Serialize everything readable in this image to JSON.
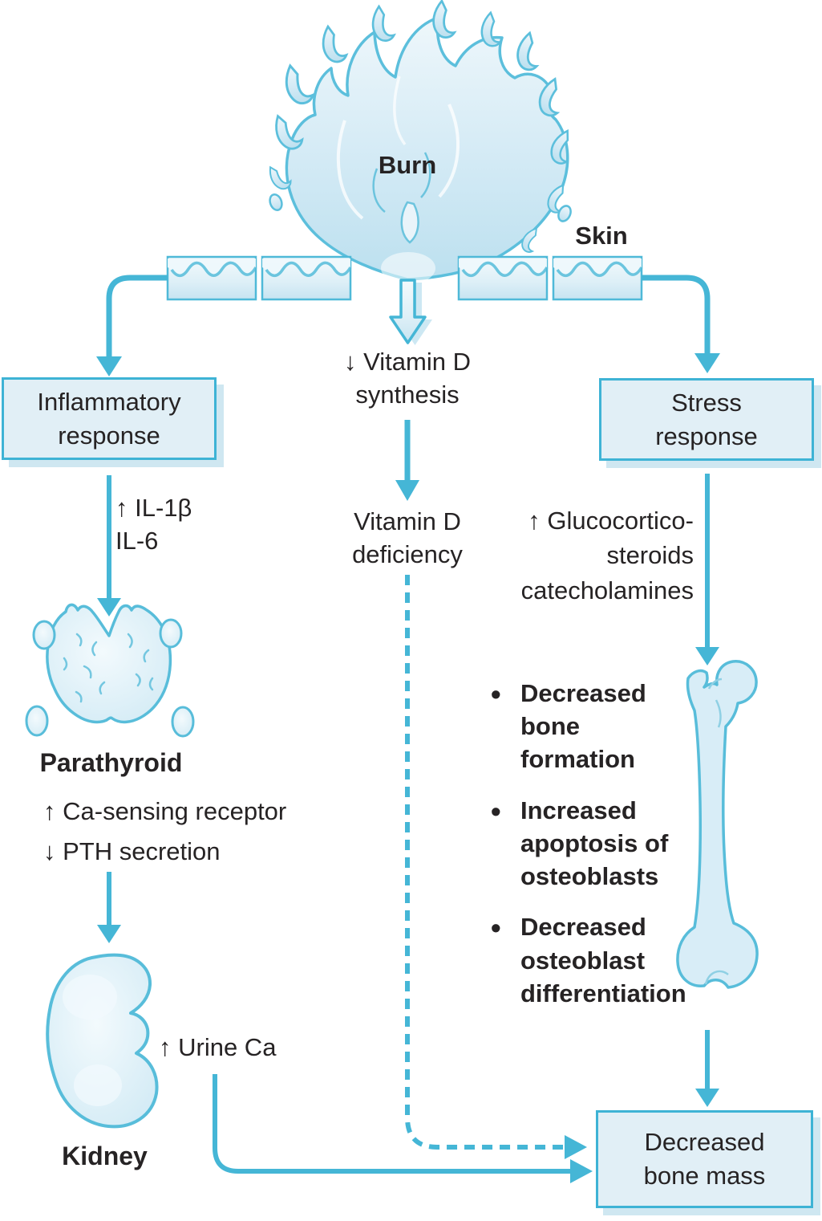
{
  "figure": {
    "burn_label": "Burn",
    "skin_label": "Skin"
  },
  "left_pathway": {
    "response_box": {
      "line1": "Inflammatory",
      "line2": "response"
    },
    "mediators": {
      "line1": "↑ IL-1β",
      "line2": "IL-6"
    },
    "parathyroid_label": "Parathyroid",
    "parathyroid_effects": {
      "line1": "↑ Ca-sensing receptor",
      "line2": "↓ PTH secretion"
    },
    "kidney_label": "Kidney",
    "kidney_output": "↑ Urine Ca"
  },
  "middle_pathway": {
    "synthesis": {
      "line1": "↓ Vitamin D",
      "line2": "synthesis"
    },
    "deficiency": {
      "line1": "Vitamin D",
      "line2": "deficiency"
    }
  },
  "right_pathway": {
    "response_box": {
      "line1": "Stress",
      "line2": "response"
    },
    "mediators": {
      "line1": "↑ Glucocortico-",
      "line2": "steroids",
      "line3": "catecholamines"
    },
    "bone_effects": [
      "Decreased bone formation",
      "Increased apoptosis of osteoblasts",
      "Decreased osteoblast differentiation"
    ]
  },
  "outcome": {
    "box": {
      "line1": "Decreased",
      "line2": "bone mass"
    }
  },
  "icons": {
    "flame": "flame-illustration",
    "skin_segments": "skin-cross-section-blocks",
    "parathyroid": "parathyroid-gland-illustration",
    "kidney": "kidney-illustration",
    "femur": "femur-bone-illustration"
  },
  "colors": {
    "accent_arrow": "#45b6d6",
    "illustration_outline": "#58bdda",
    "box_fill": "#e1eff6",
    "box_border": "#3eb3d5",
    "box_shadow": "#cfe7f1",
    "text": "#262324"
  }
}
